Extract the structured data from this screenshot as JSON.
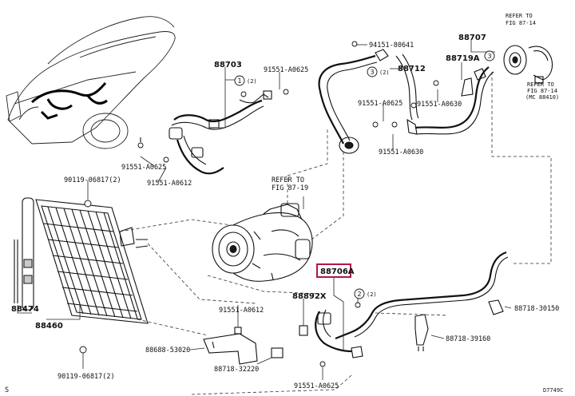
{
  "labels": {
    "p88703": "88703",
    "p91551_a0625_top": "91551-A0625",
    "p94151_80641": "94151-80641",
    "p88707": "88707",
    "refer_87_14_line1": "REFER TO",
    "refer_87_14_line2": "FIG 87-14",
    "p88712": "88712",
    "p88719a": "88719A",
    "p91551_a0625_mid": "91551-A0625",
    "p91551_a0630_a": "91551-A0630",
    "p91551_a0630_b": "91551-A0630",
    "refer_right_line1": "REFER TO",
    "refer_right_line2": "FIG 87-14",
    "refer_right_line3": "(MC 88410)",
    "p91551_a0625_left": "91551-A0625",
    "p91551_a0612_left": "91551-A0612",
    "p90119_06817_top": "90119-06817(2)",
    "refer_87_19_line1": "REFER TO",
    "refer_87_19_line2": "FIG 87-19",
    "p88706a": "88706A",
    "p88892x": "88892X",
    "p88474": "88474",
    "p88460": "88460",
    "p91551_a0612_bottom": "91551-A0612",
    "p88718_30150": "88718-30150",
    "p88688_53020": "88688-53020",
    "p88718_39160": "88718-39160",
    "p88718_32220": "88718-32220",
    "p90119_06817_bottom": "90119-06817(2)",
    "p91551_a0625_bottom": "91551-A0625",
    "corner_left": "S",
    "corner_right": "D7749C"
  },
  "callouts": {
    "c1": "1",
    "c2": "2",
    "c3": "3",
    "q2_a": "(2)",
    "q2_b": "(2)",
    "q2_c": "(2)"
  },
  "colors": {
    "highlight": "#b0164e",
    "ink": "#111111"
  }
}
